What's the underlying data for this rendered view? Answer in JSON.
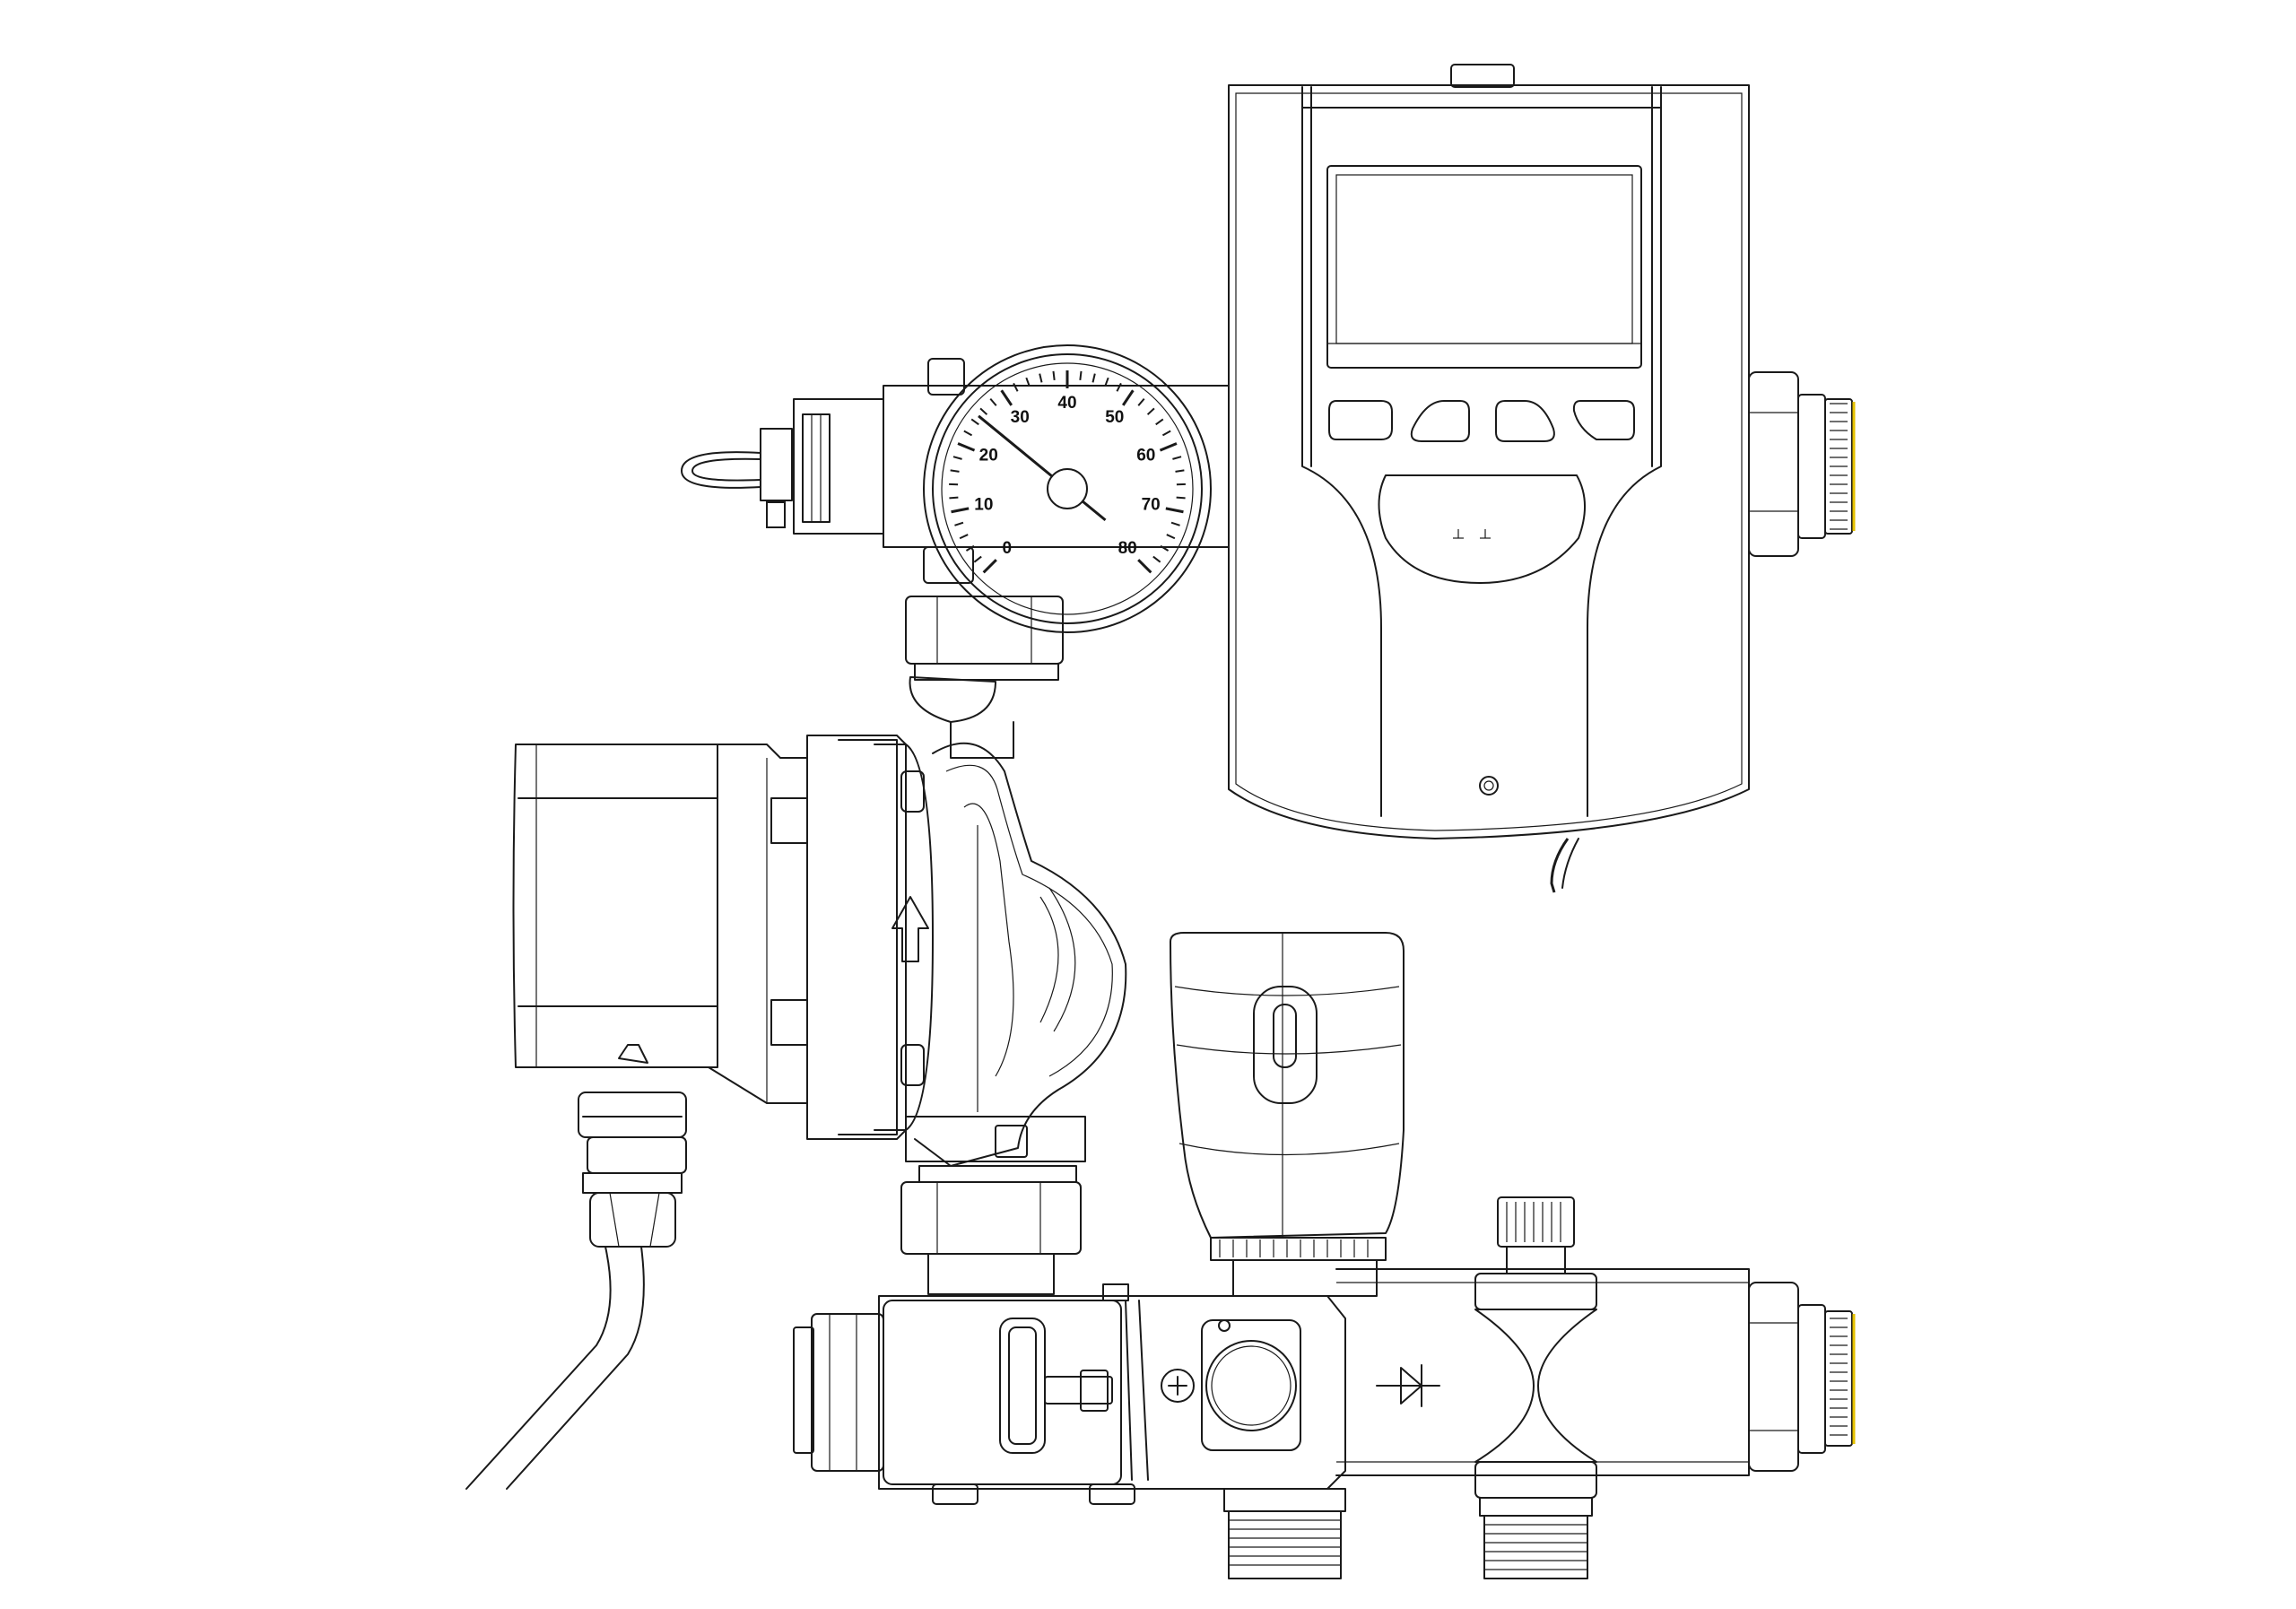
{
  "gauge": {
    "scale_labels": [
      "0",
      "10",
      "20",
      "30",
      "40",
      "50",
      "60",
      "70",
      "80"
    ],
    "min": 0,
    "max": 80,
    "reading": 25
  },
  "colors": {
    "line": "#1a1a1a",
    "background": "#ffffff",
    "thread_accent": "#e6c200"
  },
  "icons": [
    "thermometer-gauge-icon",
    "flow-arrow-icon",
    "check-valve-symbol-icon",
    "phillips-screw-icon"
  ]
}
